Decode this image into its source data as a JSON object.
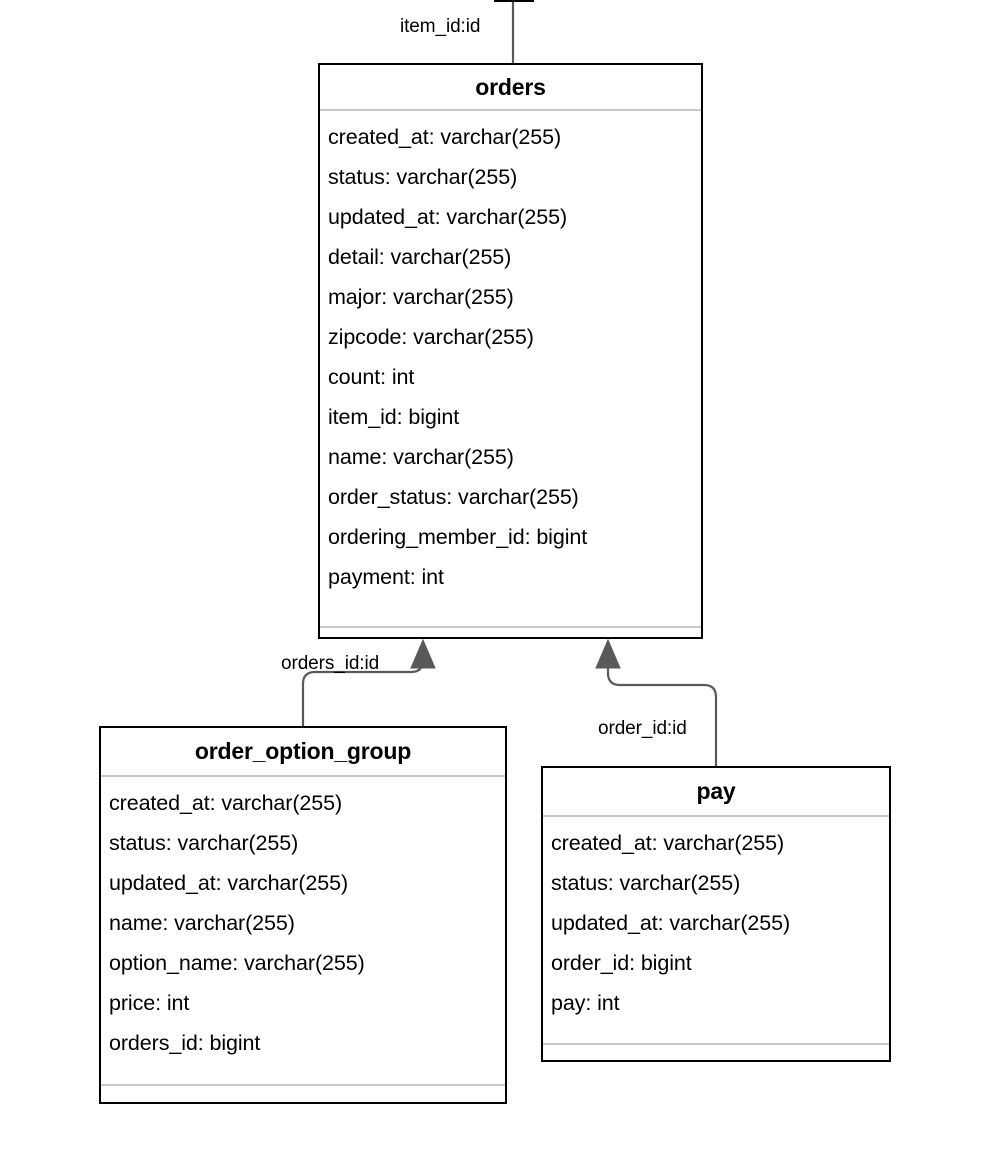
{
  "diagram": {
    "type": "entity-relationship-diagram",
    "background_color": "#ffffff",
    "border_color": "#000000",
    "divider_color": "#c8c8c8",
    "edge_color": "#595959",
    "arrow_color": "#595959"
  },
  "entities": [
    {
      "id": "orders",
      "title": "orders",
      "fields": [
        "created_at: varchar(255)",
        "status: varchar(255)",
        "updated_at: varchar(255)",
        "detail: varchar(255)",
        "major: varchar(255)",
        "zipcode: varchar(255)",
        "count: int",
        "item_id: bigint",
        "name: varchar(255)",
        "order_status: varchar(255)",
        "ordering_member_id: bigint",
        "payment: int"
      ]
    },
    {
      "id": "order_option_group",
      "title": "order_option_group",
      "fields": [
        "created_at: varchar(255)",
        "status: varchar(255)",
        "updated_at: varchar(255)",
        "name: varchar(255)",
        "option_name: varchar(255)",
        "price: int",
        "orders_id: bigint"
      ]
    },
    {
      "id": "pay",
      "title": "pay",
      "fields": [
        "created_at: varchar(255)",
        "status: varchar(255)",
        "updated_at: varchar(255)",
        "order_id: bigint",
        "pay: int"
      ]
    }
  ],
  "relationships": [
    {
      "id": "item-to-orders",
      "label": "item_id:id",
      "from": "orders",
      "to": "item"
    },
    {
      "id": "order-option-group-to-orders",
      "label": "orders_id:id",
      "from": "order_option_group",
      "to": "orders"
    },
    {
      "id": "pay-to-orders",
      "label": "order_id:id",
      "from": "pay",
      "to": "orders"
    }
  ]
}
